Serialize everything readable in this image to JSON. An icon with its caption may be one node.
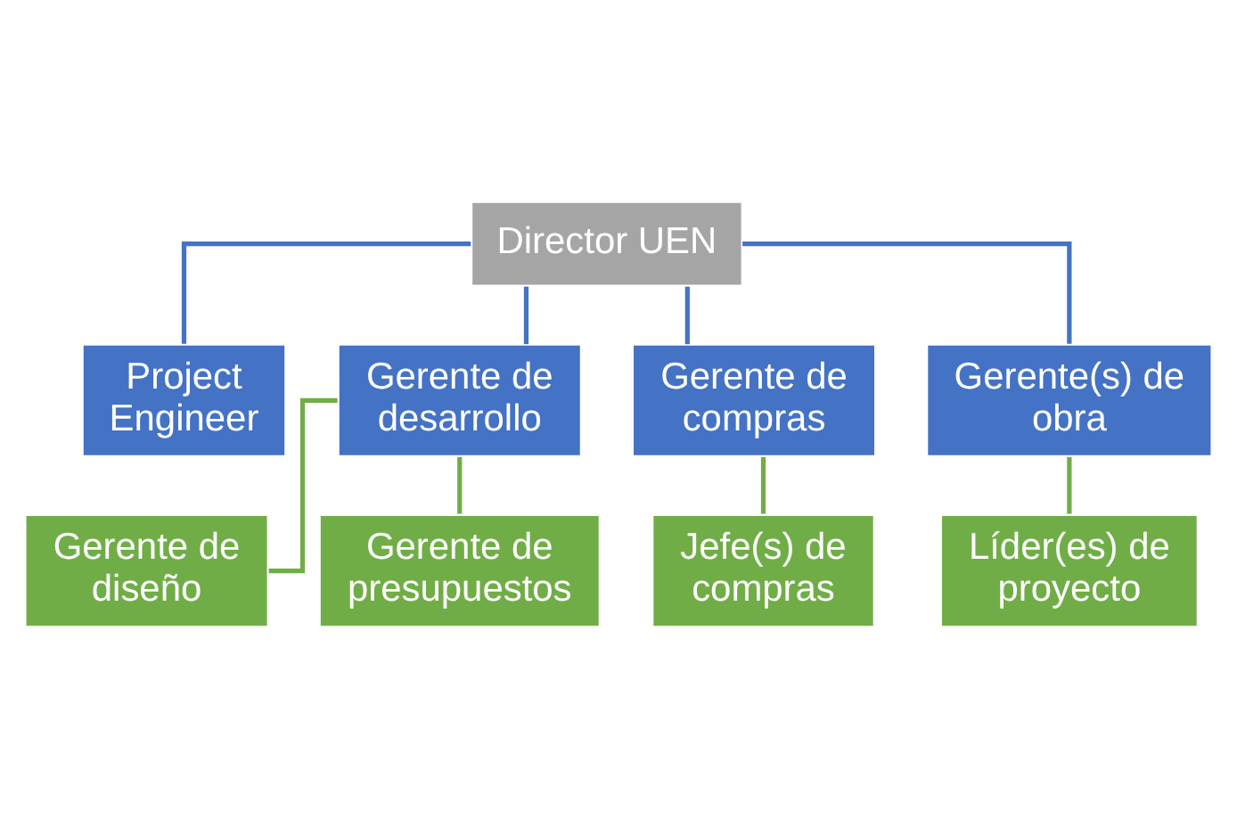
{
  "diagram": {
    "nodes": [
      {
        "text": [
          "Director UEN"
        ]
      },
      {
        "text": [
          "Project Engineer"
        ]
      },
      {
        "text": [
          "Gerente de desarrollo"
        ]
      },
      {
        "text": [
          "Gerente de compras"
        ]
      },
      {
        "text": [
          "Gerente(s) de obra"
        ]
      },
      {
        "text": [
          "Gerente de diseño"
        ]
      },
      {
        "text": [
          "Gerente de presupuestos"
        ]
      },
      {
        "text": [
          "Jefe(s) de compras"
        ]
      },
      {
        "text": [
          "Líder(es) de proyecto"
        ]
      }
    ],
    "edges": [
      {
        "from": 0,
        "to": 1,
        "arrow": "none",
        "color": "#4472c4"
      },
      {
        "from": 0,
        "to": 2,
        "arrow": "none",
        "color": "#4472c4"
      },
      {
        "from": 0,
        "to": 3,
        "arrow": "none",
        "color": "#4472c4"
      },
      {
        "from": 0,
        "to": 4,
        "arrow": "none",
        "color": "#4472c4"
      },
      {
        "from": 2,
        "to": 5,
        "arrow": "none",
        "color": "#70ad47"
      },
      {
        "from": 2,
        "to": 6,
        "arrow": "none",
        "color": "#70ad47"
      },
      {
        "from": 3,
        "to": 7,
        "arrow": "none",
        "color": "#70ad47"
      },
      {
        "from": 4,
        "to": 8,
        "arrow": "none",
        "color": "#70ad47"
      }
    ]
  }
}
